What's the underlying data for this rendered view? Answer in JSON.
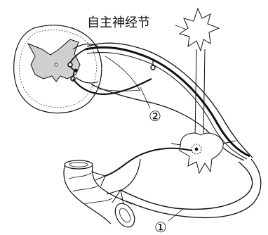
{
  "labels": {
    "ganglion": "自主神经节",
    "mark_2": "②",
    "mark_1": "①"
  },
  "colors": {
    "line": "#111111",
    "gray_matter": "#cfcfcf",
    "background": "#ffffff"
  }
}
